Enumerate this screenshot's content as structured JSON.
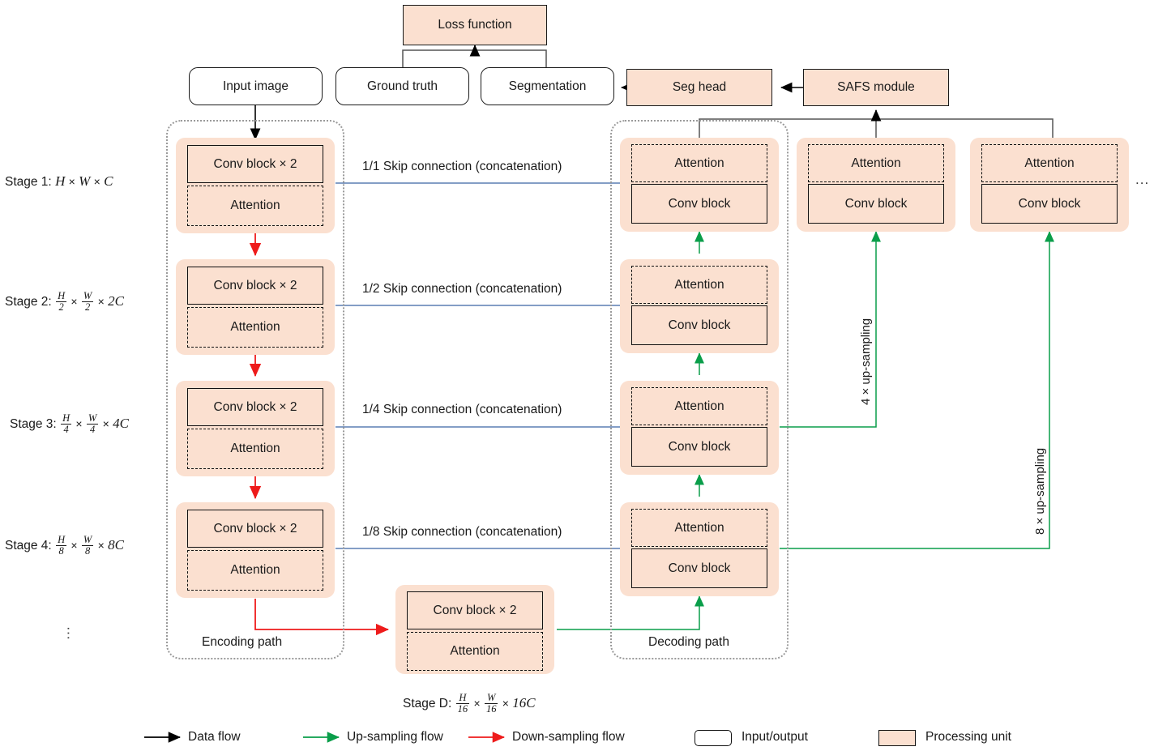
{
  "title": "Segmentation network architecture with attention, skip connections and SAFS module",
  "colors": {
    "processing_fill": "#fbe0d0",
    "io_fill": "#ffffff",
    "data_flow": "#000000",
    "up_sampling_flow": "#0a9e4a",
    "down_sampling_flow": "#ee1b1b",
    "skip_connection": "#5b7fb3",
    "path_border": "#9a9a9a"
  },
  "top_nodes": {
    "loss_function": "Loss function",
    "input_image": "Input image",
    "ground_truth": "Ground truth",
    "segmentation": "Segmentation",
    "seg_head": "Seg head",
    "safs_module": "SAFS module"
  },
  "labels": {
    "encoding_path": "Encoding path",
    "decoding_path": "Decoding path",
    "conv_block_x2": "Conv block × 2",
    "conv_block": "Conv block",
    "attention": "Attention",
    "ellipsis_h": "...",
    "ellipsis_v": "..."
  },
  "stages": [
    {
      "id": "stage1",
      "prefix": "Stage 1:",
      "h": "H",
      "w": "W",
      "c": "C",
      "h_den": "",
      "w_den": "",
      "fractional": false
    },
    {
      "id": "stage2",
      "prefix": "Stage 2:",
      "h": "H",
      "w": "W",
      "c": "2C",
      "h_den": "2",
      "w_den": "2",
      "fractional": true
    },
    {
      "id": "stage3",
      "prefix": "Stage 3:",
      "h": "H",
      "w": "W",
      "c": "4C",
      "h_den": "4",
      "w_den": "4",
      "fractional": true
    },
    {
      "id": "stage4",
      "prefix": "Stage 4:",
      "h": "H",
      "w": "W",
      "c": "8C",
      "h_den": "8",
      "w_den": "8",
      "fractional": true
    }
  ],
  "bottleneck": {
    "prefix": "Stage D:",
    "h": "H",
    "w": "W",
    "c": "16C",
    "h_den": "16",
    "w_den": "16",
    "fractional": true
  },
  "skip_connections": [
    {
      "id": "skip1",
      "label": "1/1 Skip connection (concatenation)"
    },
    {
      "id": "skip2",
      "label": "1/2 Skip connection (concatenation)"
    },
    {
      "id": "skip3",
      "label": "1/4 Skip connection (concatenation)"
    },
    {
      "id": "skip4",
      "label": "1/8 Skip connection (concatenation)"
    }
  ],
  "upsampling_labels": [
    {
      "id": "up4",
      "label": "4 × up-sampling"
    },
    {
      "id": "up8",
      "label": "8 × up-sampling"
    }
  ],
  "encoder_blocks": [
    {
      "top": "Conv block × 2",
      "bottom": "Attention"
    },
    {
      "top": "Conv block × 2",
      "bottom": "Attention"
    },
    {
      "top": "Conv block × 2",
      "bottom": "Attention"
    },
    {
      "top": "Conv block × 2",
      "bottom": "Attention"
    }
  ],
  "bottleneck_block": {
    "top": "Conv block × 2",
    "bottom": "Attention"
  },
  "decoder_blocks": [
    {
      "top": "Attention",
      "bottom": "Conv block"
    },
    {
      "top": "Attention",
      "bottom": "Conv block"
    },
    {
      "top": "Attention",
      "bottom": "Conv block"
    },
    {
      "top": "Attention",
      "bottom": "Conv block"
    }
  ],
  "side_blocks": [
    {
      "id": "side1",
      "top": "Attention",
      "bottom": "Conv block"
    },
    {
      "id": "side2",
      "top": "Attention",
      "bottom": "Conv block"
    }
  ],
  "legend": [
    {
      "id": "data-flow",
      "label": "Data flow",
      "kind": "arrow",
      "color": "#000000"
    },
    {
      "id": "up-sampling-flow",
      "label": "Up-sampling flow",
      "kind": "arrow",
      "color": "#0a9e4a"
    },
    {
      "id": "down-sampling-flow",
      "label": "Down-sampling flow",
      "kind": "arrow",
      "color": "#ee1b1b"
    },
    {
      "id": "input-output",
      "label": "Input/output",
      "kind": "swatch-io"
    },
    {
      "id": "processing-unit",
      "label": "Processing unit",
      "kind": "swatch-proc"
    }
  ]
}
